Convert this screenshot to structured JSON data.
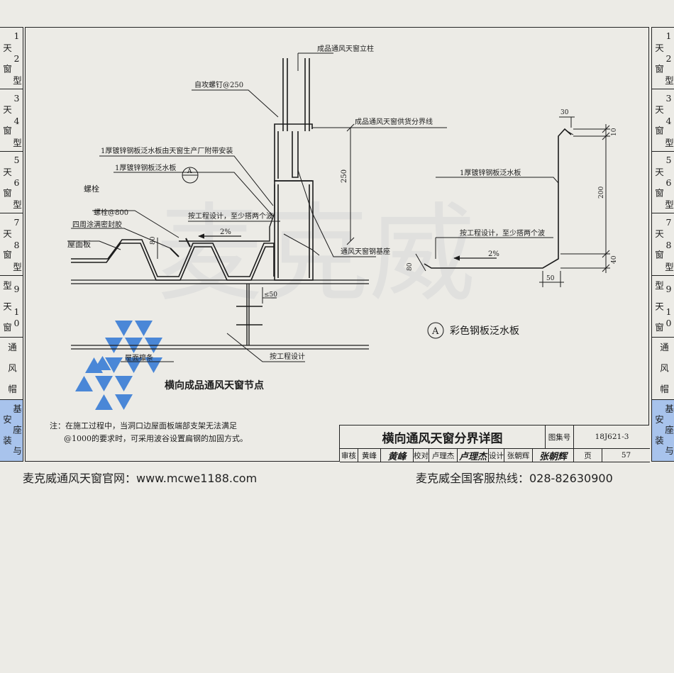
{
  "left_tabs": [
    {
      "label": "1 2 型 天 窗",
      "active": false
    },
    {
      "label": "3 4 型 天 窗",
      "active": false
    },
    {
      "label": "5 6 型 天 窗",
      "active": false
    },
    {
      "label": "7 8 型 天 窗",
      "active": false
    },
    {
      "label": "9 10 型 天 窗",
      "active": false
    },
    {
      "label": "通 风 帽",
      "active": false
    },
    {
      "label": "基 座 与 安 装",
      "active": true
    }
  ],
  "right_tabs": [
    {
      "label": "1 2 型 天 窗",
      "active": false
    },
    {
      "label": "3 4 型 天 窗",
      "active": false
    },
    {
      "label": "5 6 型 天 窗",
      "active": false
    },
    {
      "label": "7 8 型 天 窗",
      "active": false
    },
    {
      "label": "9 10 型 天 窗",
      "active": false
    },
    {
      "label": "通 风 帽",
      "active": false
    },
    {
      "label": "基 座 与 安 装",
      "active": true
    }
  ],
  "main_drawing": {
    "labels": {
      "column": "成品通风天窗立柱",
      "screw": "自攻螺钉@250",
      "supply_line": "成品通风天窗供货分界线",
      "flashing_factory": "1厚镀锌钢板泛水板由天窗生产厂附带安装",
      "flashing": "1厚镀锌钢板泛水板",
      "detail_ref": "A",
      "bolt": "螺栓",
      "bolt_spacing": "螺栓@800",
      "sealant": "四周涂满密封胶",
      "by_design": "按工程设计，至少搭两个波",
      "slope": "2%",
      "roof_panel": "屋面板",
      "base": "通风天窗钢基座",
      "dim_250": "250",
      "dim_80": "80",
      "dim_50": "≤50",
      "purlin": "屋面檩条",
      "per_design": "按工程设计",
      "title": "横向成品通风天窗节点"
    }
  },
  "detail_a": {
    "labels": {
      "flashing": "1厚镀锌钢板泛水板",
      "by_design": "按工程设计，至少搭两个波",
      "slope": "2%",
      "dim_30": "30",
      "dim_10": "10",
      "dim_200": "200",
      "dim_40": "40",
      "dim_80": "80",
      "dim_50": "50",
      "ref": "A",
      "title": "彩色钢板泛水板"
    }
  },
  "note": {
    "line1": "注：在施工过程中，当洞口边屋面板端部支架无法满足",
    "line2": "@1000的要求时，可采用波谷设置扁钢的加固方式。"
  },
  "title_block": {
    "title": "横向通风天窗分界详图",
    "atlas_label": "图集号",
    "atlas_no": "18J621-3",
    "review_label": "审核",
    "reviewer": "黄峰",
    "reviewer_sign": "黄峰",
    "check_label": "校对",
    "checker": "卢理杰",
    "checker_sign": "卢理杰",
    "design_label": "设计",
    "designer": "张朝辉",
    "designer_sign": "张朝辉",
    "page_label": "页",
    "page_no": "57"
  },
  "footer": {
    "website": "麦克威通风天窗官网：www.mcwe1188.com",
    "hotline": "麦克威全国客服热线：028-82630900"
  },
  "colors": {
    "logo_blue": "#3d7fd6",
    "tab_active": "#a8c3ec",
    "ink": "#1c1c1c"
  }
}
